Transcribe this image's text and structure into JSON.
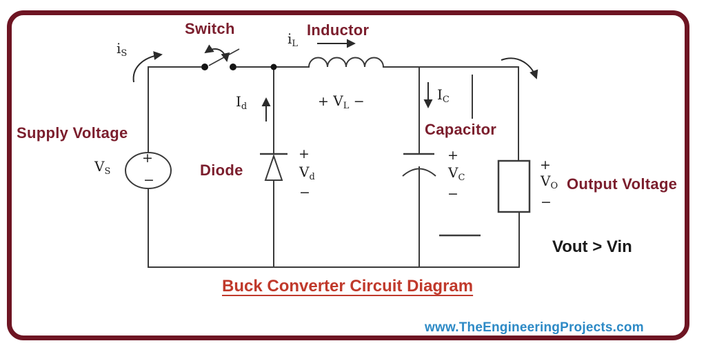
{
  "colors": {
    "frame_border": "#6e1523",
    "component_label": "#7b1e2d",
    "title_red": "#c0392b",
    "watermark_blue": "#2d8ac6",
    "wire": "#3a3a3a",
    "text_black": "#1f1f1f"
  },
  "component_labels": {
    "switch": "Switch",
    "inductor": "Inductor",
    "supply_voltage": "Supply Voltage",
    "diode": "Diode",
    "capacitor": "Capacitor",
    "output_voltage": "Output Voltage"
  },
  "quantities": {
    "source_current": {
      "base": "i",
      "sub": "S"
    },
    "inductor_current": {
      "base": "i",
      "sub": "L"
    },
    "diode_current": {
      "base": "I",
      "sub": "d"
    },
    "capacitor_current": {
      "base": "I",
      "sub": "C"
    },
    "source_voltage": {
      "base": "V",
      "sub": "S"
    },
    "inductor_voltage": {
      "base": "V",
      "sub": "L"
    },
    "diode_voltage": {
      "base": "V",
      "sub": "d"
    },
    "capacitor_voltage": {
      "base": "V",
      "sub": "C"
    },
    "output_voltage": {
      "base": "V",
      "sub": "O"
    }
  },
  "signs": {
    "plus": "+",
    "minus": "−"
  },
  "caption": {
    "title": "Buck Converter Circuit Diagram",
    "relation": "Vout > Vin"
  },
  "watermark": "www.TheEngineeringProjects.com"
}
